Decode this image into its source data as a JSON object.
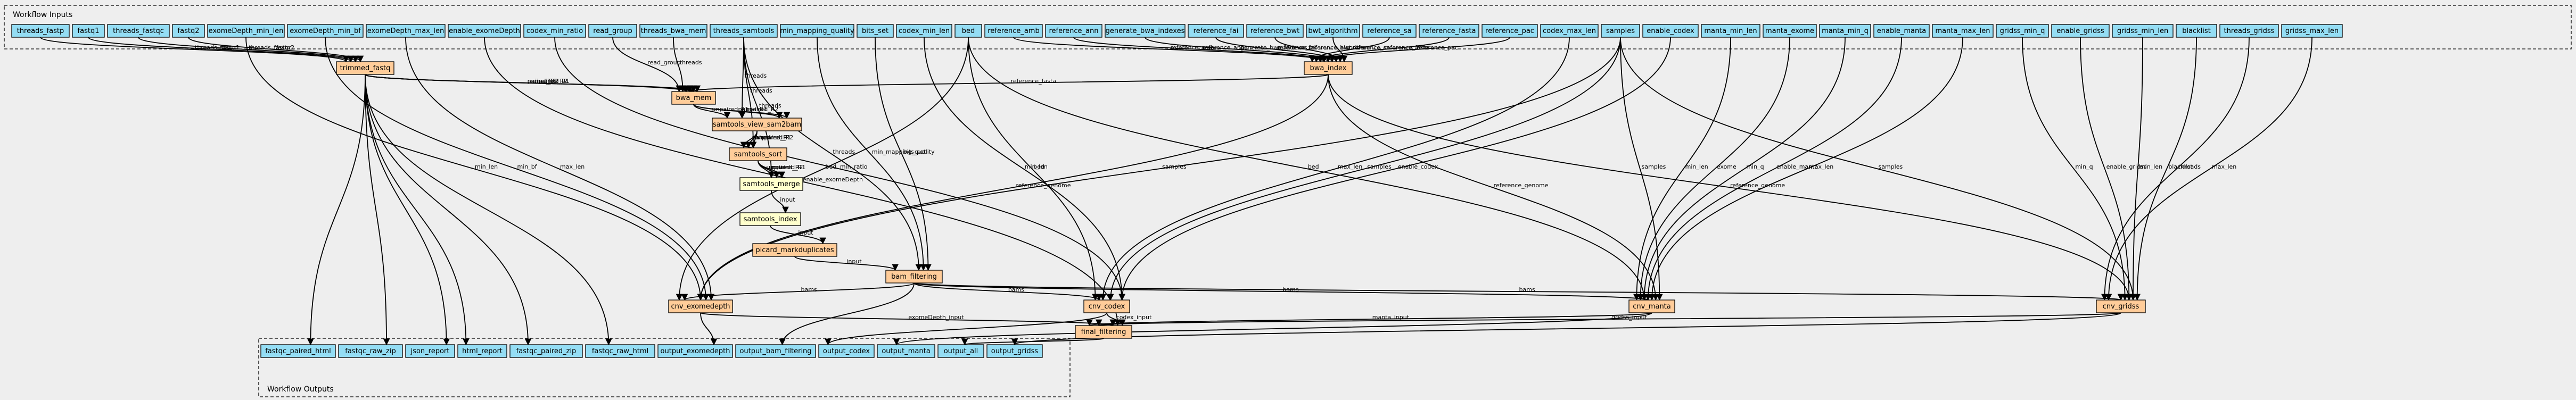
{
  "colors": {
    "input": "#94ddf4",
    "output": "#94ddf4",
    "call": "#ffcc99",
    "step": "#ffffcc",
    "background": "#eeeeee"
  },
  "clusters": {
    "inputs": "Workflow Inputs",
    "outputs": "Workflow Outputs"
  },
  "nodes": {
    "in_threads_fastp": {
      "label": "threads_fastp",
      "kind": "input"
    },
    "in_fastq1": {
      "label": "fastq1",
      "kind": "input"
    },
    "in_threads_fastqc": {
      "label": "threads_fastqc",
      "kind": "input"
    },
    "in_fastq2": {
      "label": "fastq2",
      "kind": "input"
    },
    "in_exomedepth_min_len": {
      "label": "exomeDepth_min_len",
      "kind": "input"
    },
    "in_exomedepth_min_bf": {
      "label": "exomeDepth_min_bf",
      "kind": "input"
    },
    "in_exomedepth_max_len": {
      "label": "exomeDepth_max_len",
      "kind": "input"
    },
    "in_enable_exomedepth": {
      "label": "enable_exomeDepth",
      "kind": "input"
    },
    "in_codex_min_ratio": {
      "label": "codex_min_ratio",
      "kind": "input"
    },
    "in_read_group": {
      "label": "read_group",
      "kind": "input"
    },
    "in_threads_bwa_mem": {
      "label": "threads_bwa_mem",
      "kind": "input"
    },
    "in_threads_samtools": {
      "label": "threads_samtools",
      "kind": "input"
    },
    "in_min_mapping_quality": {
      "label": "min_mapping_quality",
      "kind": "input"
    },
    "in_bits_set": {
      "label": "bits_set",
      "kind": "input"
    },
    "in_codex_min_len": {
      "label": "codex_min_len",
      "kind": "input"
    },
    "in_bed": {
      "label": "bed",
      "kind": "input"
    },
    "in_reference_amb": {
      "label": "reference_amb",
      "kind": "input"
    },
    "in_reference_ann": {
      "label": "reference_ann",
      "kind": "input"
    },
    "in_generate_bwa_indexes": {
      "label": "generate_bwa_indexes",
      "kind": "input"
    },
    "in_reference_fai": {
      "label": "reference_fai",
      "kind": "input"
    },
    "in_reference_bwt": {
      "label": "reference_bwt",
      "kind": "input"
    },
    "in_bwt_algorithm": {
      "label": "bwt_algorithm",
      "kind": "input"
    },
    "in_reference_sa": {
      "label": "reference_sa",
      "kind": "input"
    },
    "in_reference_fasta": {
      "label": "reference_fasta",
      "kind": "input"
    },
    "in_reference_pac": {
      "label": "reference_pac",
      "kind": "input"
    },
    "in_codex_max_len": {
      "label": "codex_max_len",
      "kind": "input"
    },
    "in_samples": {
      "label": "samples",
      "kind": "input"
    },
    "in_enable_codex": {
      "label": "enable_codex",
      "kind": "input"
    },
    "in_manta_min_len": {
      "label": "manta_min_len",
      "kind": "input"
    },
    "in_manta_exome": {
      "label": "manta_exome",
      "kind": "input"
    },
    "in_manta_min_q": {
      "label": "manta_min_q",
      "kind": "input"
    },
    "in_enable_manta": {
      "label": "enable_manta",
      "kind": "input"
    },
    "in_manta_max_len": {
      "label": "manta_max_len",
      "kind": "input"
    },
    "in_gridss_min_q": {
      "label": "gridss_min_q",
      "kind": "input"
    },
    "in_enable_gridss": {
      "label": "enable_gridss",
      "kind": "input"
    },
    "in_gridss_min_len": {
      "label": "gridss_min_len",
      "kind": "input"
    },
    "in_blacklist": {
      "label": "blacklist",
      "kind": "input"
    },
    "in_threads_gridss": {
      "label": "threads_gridss",
      "kind": "input"
    },
    "in_gridss_max_len": {
      "label": "gridss_max_len",
      "kind": "input"
    },
    "trimmed_fastq": {
      "label": "trimmed_fastq",
      "kind": "call"
    },
    "bwa_index": {
      "label": "bwa_index",
      "kind": "call"
    },
    "bwa_mem": {
      "label": "bwa_mem",
      "kind": "call"
    },
    "samtools_view_sam2bam": {
      "label": "samtools_view_sam2bam",
      "kind": "call"
    },
    "samtools_sort": {
      "label": "samtools_sort",
      "kind": "call"
    },
    "samtools_merge": {
      "label": "samtools_merge",
      "kind": "step"
    },
    "samtools_index": {
      "label": "samtools_index",
      "kind": "step"
    },
    "picard_markduplicates": {
      "label": "picard_markduplicates",
      "kind": "call"
    },
    "bam_filtering": {
      "label": "bam_filtering",
      "kind": "call"
    },
    "cnv_exomedepth": {
      "label": "cnv_exomedepth",
      "kind": "call"
    },
    "cnv_codex": {
      "label": "cnv_codex",
      "kind": "call"
    },
    "cnv_manta": {
      "label": "cnv_manta",
      "kind": "call"
    },
    "cnv_gridss": {
      "label": "cnv_gridss",
      "kind": "call"
    },
    "final_filtering": {
      "label": "final_filtering",
      "kind": "call"
    },
    "out_fastqc_paired_html": {
      "label": "fastqc_paired_html",
      "kind": "output"
    },
    "out_fastqc_raw_zip": {
      "label": "fastqc_raw_zip",
      "kind": "output"
    },
    "out_json_report": {
      "label": "json_report",
      "kind": "output"
    },
    "out_html_report": {
      "label": "html_report",
      "kind": "output"
    },
    "out_fastqc_paired_zip": {
      "label": "fastqc_paired_zip",
      "kind": "output"
    },
    "out_fastqc_raw_html": {
      "label": "fastqc_raw_html",
      "kind": "output"
    },
    "out_output_exomedepth": {
      "label": "output_exomedepth",
      "kind": "output"
    },
    "out_output_bam_filtering": {
      "label": "output_bam_filtering",
      "kind": "output"
    },
    "out_output_codex": {
      "label": "output_codex",
      "kind": "output"
    },
    "out_output_manta": {
      "label": "output_manta",
      "kind": "output"
    },
    "out_output_all": {
      "label": "output_all",
      "kind": "output"
    },
    "out_output_gridss": {
      "label": "output_gridss",
      "kind": "output"
    }
  },
  "edges": [
    {
      "from": "in_threads_fastp",
      "to": "trimmed_fastq",
      "label": "threads_fastp"
    },
    {
      "from": "in_fastq1",
      "to": "trimmed_fastq",
      "label": "fastq1"
    },
    {
      "from": "in_threads_fastqc",
      "to": "trimmed_fastq",
      "label": "threads_fastqc"
    },
    {
      "from": "in_fastq2",
      "to": "trimmed_fastq",
      "label": "fastq2"
    },
    {
      "from": "in_exomedepth_min_len",
      "to": "cnv_exomedepth",
      "label": "min_len"
    },
    {
      "from": "in_exomedepth_min_bf",
      "to": "cnv_exomedepth",
      "label": "min_bf"
    },
    {
      "from": "in_exomedepth_max_len",
      "to": "cnv_exomedepth",
      "label": "max_len"
    },
    {
      "from": "in_enable_exomedepth",
      "to": "final_filtering",
      "label": "enable_exomeDepth"
    },
    {
      "from": "in_codex_min_ratio",
      "to": "cnv_codex",
      "label": "min_ratio"
    },
    {
      "from": "in_read_group",
      "to": "bwa_mem",
      "label": "read_group"
    },
    {
      "from": "in_threads_bwa_mem",
      "to": "bwa_mem",
      "label": "threads"
    },
    {
      "from": "in_threads_samtools",
      "to": "samtools_view_sam2bam",
      "label": "threads"
    },
    {
      "from": "in_threads_samtools",
      "to": "samtools_sort",
      "label": "threads"
    },
    {
      "from": "in_threads_samtools",
      "to": "samtools_merge",
      "label": "threads"
    },
    {
      "from": "in_threads_samtools",
      "to": "bam_filtering",
      "label": "threads"
    },
    {
      "from": "in_min_mapping_quality",
      "to": "bam_filtering",
      "label": "min_mapping_quality"
    },
    {
      "from": "in_bits_set",
      "to": "bam_filtering",
      "label": "bits_set"
    },
    {
      "from": "in_codex_min_len",
      "to": "cnv_codex",
      "label": "min_len"
    },
    {
      "from": "in_bed",
      "to": "cnv_exomedepth",
      "label": "bed"
    },
    {
      "from": "in_bed",
      "to": "cnv_codex",
      "label": "bed"
    },
    {
      "from": "in_bed",
      "to": "cnv_manta",
      "label": "bed"
    },
    {
      "from": "in_reference_amb",
      "to": "bwa_index",
      "label": "reference_amb"
    },
    {
      "from": "in_reference_ann",
      "to": "bwa_index",
      "label": "reference_ann"
    },
    {
      "from": "in_generate_bwa_indexes",
      "to": "bwa_index",
      "label": "generate_bwa_indexes"
    },
    {
      "from": "in_reference_fai",
      "to": "bwa_index",
      "label": "reference_fai"
    },
    {
      "from": "in_reference_bwt",
      "to": "bwa_index",
      "label": "reference_bwt"
    },
    {
      "from": "in_bwt_algorithm",
      "to": "bwa_index",
      "label": "algorithm"
    },
    {
      "from": "in_reference_sa",
      "to": "bwa_index",
      "label": "reference_sa"
    },
    {
      "from": "in_reference_fasta",
      "to": "bwa_index",
      "label": "reference_fasta"
    },
    {
      "from": "in_reference_pac",
      "to": "bwa_index",
      "label": "reference_pac"
    },
    {
      "from": "in_codex_max_len",
      "to": "cnv_codex",
      "label": "max_len"
    },
    {
      "from": "in_samples",
      "to": "cnv_exomedepth",
      "label": "samples"
    },
    {
      "from": "in_samples",
      "to": "cnv_codex",
      "label": "samples"
    },
    {
      "from": "in_samples",
      "to": "cnv_manta",
      "label": "samples"
    },
    {
      "from": "in_samples",
      "to": "cnv_gridss",
      "label": "samples"
    },
    {
      "from": "in_enable_codex",
      "to": "cnv_codex",
      "label": "enable_codex"
    },
    {
      "from": "in_manta_min_len",
      "to": "cnv_manta",
      "label": "min_len"
    },
    {
      "from": "in_manta_exome",
      "to": "cnv_manta",
      "label": "exome"
    },
    {
      "from": "in_manta_min_q",
      "to": "cnv_manta",
      "label": "min_q"
    },
    {
      "from": "in_enable_manta",
      "to": "cnv_manta",
      "label": "enable_manta"
    },
    {
      "from": "in_manta_max_len",
      "to": "cnv_manta",
      "label": "max_len"
    },
    {
      "from": "in_gridss_min_q",
      "to": "cnv_gridss",
      "label": "min_q"
    },
    {
      "from": "in_enable_gridss",
      "to": "cnv_gridss",
      "label": "enable_gridss"
    },
    {
      "from": "in_gridss_min_len",
      "to": "cnv_gridss",
      "label": "min_len"
    },
    {
      "from": "in_blacklist",
      "to": "cnv_gridss",
      "label": "blacklist"
    },
    {
      "from": "in_threads_gridss",
      "to": "cnv_gridss",
      "label": "threads"
    },
    {
      "from": "in_gridss_max_len",
      "to": "cnv_gridss",
      "label": "max_len"
    },
    {
      "from": "trimmed_fastq",
      "to": "bwa_mem",
      "label": "paired_R1"
    },
    {
      "from": "trimmed_fastq",
      "to": "bwa_mem",
      "label": "paired_R2"
    },
    {
      "from": "trimmed_fastq",
      "to": "bwa_mem",
      "label": "unpaired_R2"
    },
    {
      "from": "trimmed_fastq",
      "to": "bwa_mem",
      "label": "unpaired_R1"
    },
    {
      "from": "trimmed_fastq",
      "to": "out_fastqc_paired_html",
      "label": ""
    },
    {
      "from": "trimmed_fastq",
      "to": "out_fastqc_raw_zip",
      "label": ""
    },
    {
      "from": "trimmed_fastq",
      "to": "out_json_report",
      "label": ""
    },
    {
      "from": "trimmed_fastq",
      "to": "out_html_report",
      "label": ""
    },
    {
      "from": "trimmed_fastq",
      "to": "out_fastqc_paired_zip",
      "label": ""
    },
    {
      "from": "trimmed_fastq",
      "to": "out_fastqc_raw_html",
      "label": ""
    },
    {
      "from": "bwa_index",
      "to": "bwa_mem",
      "label": "reference_fasta"
    },
    {
      "from": "bwa_index",
      "to": "cnv_exomedepth",
      "label": "reference_genome"
    },
    {
      "from": "bwa_index",
      "to": "cnv_manta",
      "label": "reference_genome"
    },
    {
      "from": "bwa_index",
      "to": "cnv_gridss",
      "label": "reference_genome"
    },
    {
      "from": "bwa_mem",
      "to": "samtools_view_sam2bam",
      "label": "paired_R1"
    },
    {
      "from": "bwa_mem",
      "to": "samtools_view_sam2bam",
      "label": "unpaired_R2"
    },
    {
      "from": "bwa_mem",
      "to": "samtools_view_sam2bam",
      "label": "unpaired_R1"
    },
    {
      "from": "samtools_view_sam2bam",
      "to": "samtools_sort",
      "label": "paired"
    },
    {
      "from": "samtools_view_sam2bam",
      "to": "samtools_sort",
      "label": "unpaired_R1"
    },
    {
      "from": "samtools_view_sam2bam",
      "to": "samtools_sort",
      "label": "unpaired_R2"
    },
    {
      "from": "samtools_sort",
      "to": "samtools_merge",
      "label": "unpaired_R2"
    },
    {
      "from": "samtools_sort",
      "to": "samtools_merge",
      "label": "unpaired_R1"
    },
    {
      "from": "samtools_sort",
      "to": "samtools_merge",
      "label": "paired"
    },
    {
      "from": "samtools_merge",
      "to": "samtools_index",
      "label": "input"
    },
    {
      "from": "samtools_index",
      "to": "picard_markduplicates",
      "label": "input"
    },
    {
      "from": "picard_markduplicates",
      "to": "bam_filtering",
      "label": "input"
    },
    {
      "from": "bam_filtering",
      "to": "cnv_exomedepth",
      "label": "bams"
    },
    {
      "from": "bam_filtering",
      "to": "cnv_codex",
      "label": "bams"
    },
    {
      "from": "bam_filtering",
      "to": "cnv_manta",
      "label": "bams"
    },
    {
      "from": "bam_filtering",
      "to": "cnv_gridss",
      "label": "bams"
    },
    {
      "from": "bam_filtering",
      "to": "out_output_bam_filtering",
      "label": ""
    },
    {
      "from": "cnv_exomedepth",
      "to": "final_filtering",
      "label": "exomeDepth_input"
    },
    {
      "from": "cnv_exomedepth",
      "to": "out_output_exomedepth",
      "label": ""
    },
    {
      "from": "cnv_codex",
      "to": "final_filtering",
      "label": "codex_input"
    },
    {
      "from": "cnv_codex",
      "to": "out_output_codex",
      "label": ""
    },
    {
      "from": "cnv_manta",
      "to": "final_filtering",
      "label": "manta_input"
    },
    {
      "from": "cnv_manta",
      "to": "out_output_manta",
      "label": ""
    },
    {
      "from": "cnv_gridss",
      "to": "final_filtering",
      "label": "gridss_input"
    },
    {
      "from": "cnv_gridss",
      "to": "out_output_gridss",
      "label": ""
    },
    {
      "from": "final_filtering",
      "to": "out_output_all",
      "label": ""
    }
  ]
}
